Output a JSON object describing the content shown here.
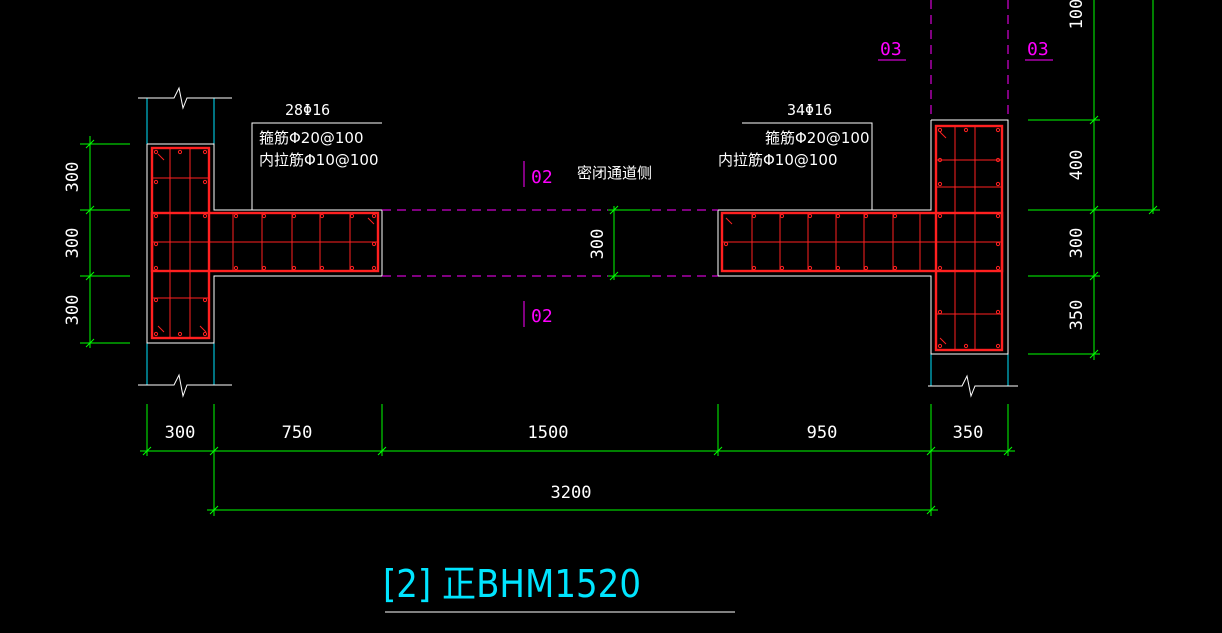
{
  "title": "[2] 正BHM1520",
  "colors": {
    "background": "#000000",
    "outline": "#ffffff",
    "rebar": "#ff2020",
    "dimension": "#00ff00",
    "section_mark": "#ff00ff",
    "title": "#00e5ff"
  },
  "left_pier": {
    "main_rebar": "28Φ16",
    "stirrup": "箍筋Φ20@100",
    "tie": "内拉筋Φ10@100",
    "vertical_dims": [
      "300",
      "300",
      "300"
    ]
  },
  "right_pier": {
    "main_rebar": "34Φ16",
    "stirrup": "箍筋Φ20@100",
    "tie": "内拉筋Φ10@100",
    "vertical_dims": [
      "100",
      "400",
      "300",
      "350"
    ]
  },
  "opening": {
    "label": "密闭通道侧",
    "height_dim": "300",
    "section_tag_top": "02",
    "section_tag_bottom": "02"
  },
  "section_tags_top": [
    "03",
    "03"
  ],
  "horizontal_dims": [
    "300",
    "750",
    "1500",
    "950",
    "350"
  ],
  "overall_dim": "3200"
}
